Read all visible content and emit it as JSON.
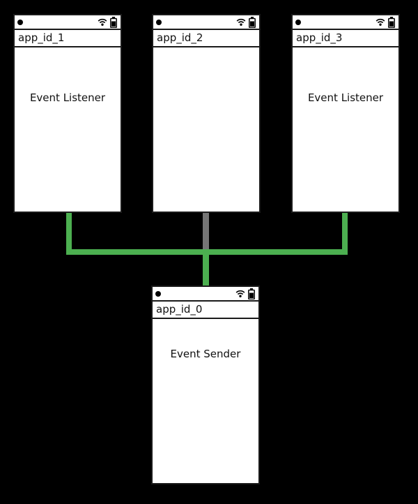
{
  "diagram": {
    "windows": [
      {
        "title": "app_id_1",
        "body_label": "Event Listener",
        "role": "listener"
      },
      {
        "title": "app_id_2",
        "body_label": "",
        "role": "idle"
      },
      {
        "title": "app_id_3",
        "body_label": "Event Listener",
        "role": "listener"
      },
      {
        "title": "app_id_0",
        "body_label": "Event Sender",
        "role": "sender"
      }
    ],
    "statusbar_icons": {
      "record_dot": "filled-circle",
      "wifi": "wifi-arcs",
      "battery": "battery-vertical-charged"
    },
    "colors": {
      "background": "#000000",
      "window_fill": "#ffffff",
      "window_border": "#1a1a1a",
      "connector_active": "#4caf50",
      "connector_inactive": "#757575"
    }
  }
}
